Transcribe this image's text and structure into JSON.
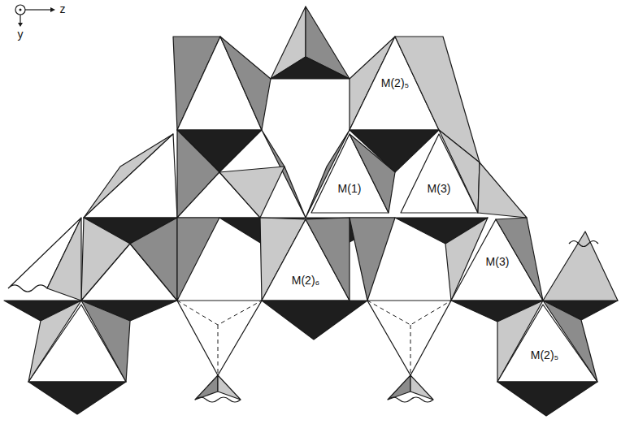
{
  "diagram": {
    "labels": [
      "M(2)₅",
      "M(1)",
      "M(3)",
      "M(2)₆",
      "M(3)",
      "M(2)₅",
      "z",
      "y"
    ]
  }
}
